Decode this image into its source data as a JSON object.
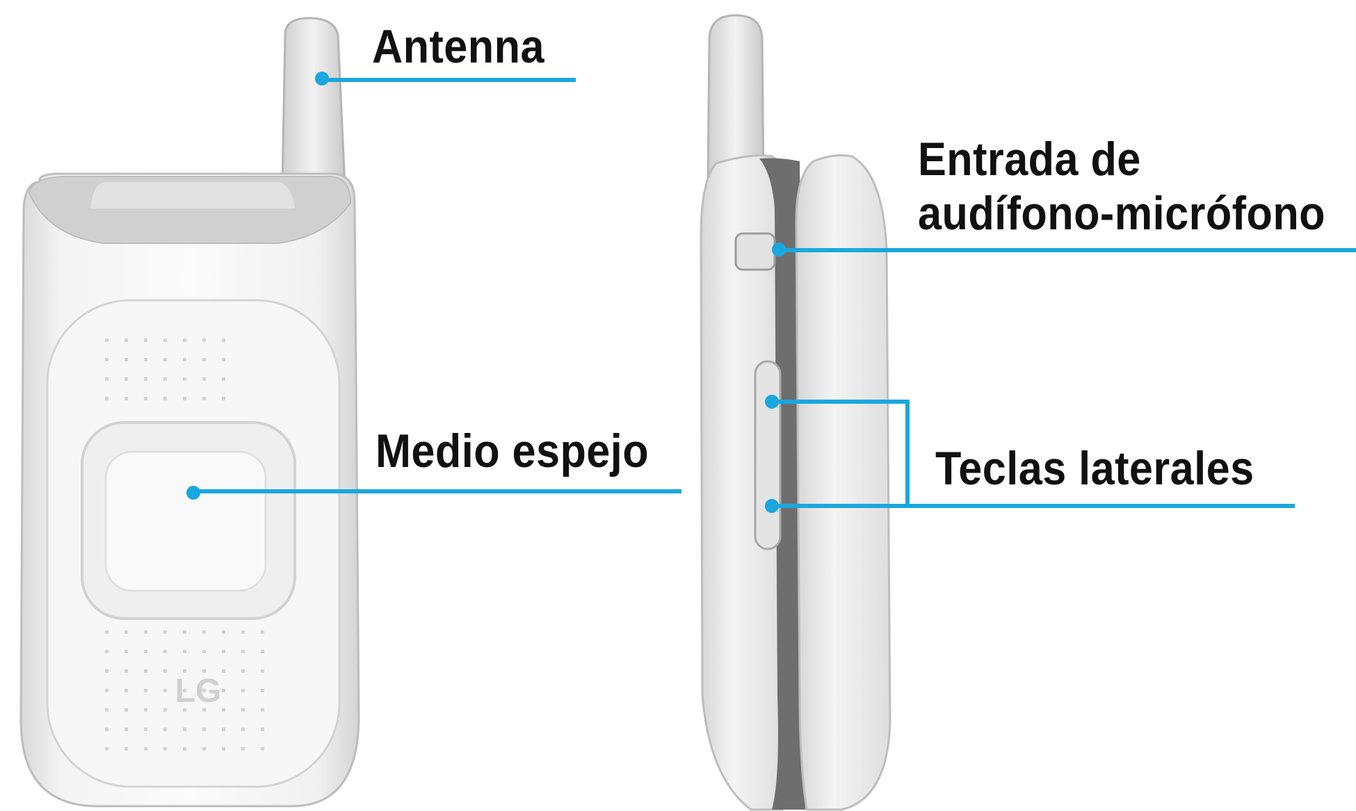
{
  "colors": {
    "callout": "#1aa7df",
    "label_text": "#111111",
    "phone_body": "#ececec",
    "phone_outline": "#b9b9b9",
    "hinge_dark": "#6e6e6e"
  },
  "callouts": {
    "antenna": {
      "label": "Antenna"
    },
    "headset_jack": {
      "label": "Entrada de\naudífono-micrófono"
    },
    "mirror": {
      "label": "Medio espejo"
    },
    "side_keys": {
      "label": "Teclas laterales"
    }
  },
  "logo": {
    "text": "LG"
  }
}
